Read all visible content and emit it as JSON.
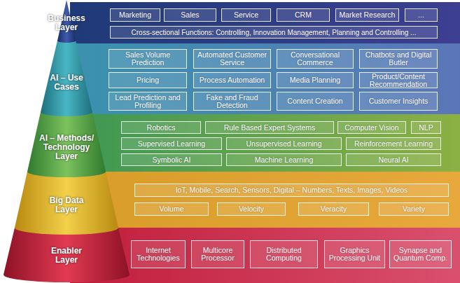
{
  "diagram": {
    "nodes": [
      {
        "text": [
          "Business Layer"
        ]
      },
      {
        "text": [
          "Marketing"
        ],
        "in": 0
      },
      {
        "text": [
          "Sales"
        ],
        "in": 0
      },
      {
        "text": [
          "Service"
        ],
        "in": 0
      },
      {
        "text": [
          "CRM"
        ],
        "in": 0
      },
      {
        "text": [
          "Market Research"
        ],
        "in": 0
      },
      {
        "text": [
          "..."
        ],
        "in": 0
      },
      {
        "text": [
          "Cross-sectional Functions: Controlling, Innovation Management, Planning and Controlling ..."
        ],
        "in": 0
      },
      {
        "text": [
          "AI – Use Cases"
        ]
      },
      {
        "text": [
          "Sales Volume Prediction"
        ],
        "in": 8
      },
      {
        "text": [
          "Automated Customer Service"
        ],
        "in": 8
      },
      {
        "text": [
          "Conversational Commerce"
        ],
        "in": 8
      },
      {
        "text": [
          "Chatbots and Digital Butler"
        ],
        "in": 8
      },
      {
        "text": [
          "Pricing"
        ],
        "in": 8
      },
      {
        "text": [
          "Process Automation"
        ],
        "in": 8
      },
      {
        "text": [
          "Media Planning"
        ],
        "in": 8
      },
      {
        "text": [
          "Product/Content Recommendation"
        ],
        "in": 8
      },
      {
        "text": [
          "Lead Prediction and Profiling"
        ],
        "in": 8
      },
      {
        "text": [
          "Fake and Fraud Detection"
        ],
        "in": 8
      },
      {
        "text": [
          "Content Creation"
        ],
        "in": 8
      },
      {
        "text": [
          "Customer Insights"
        ],
        "in": 8
      },
      {
        "text": [
          "AI – Methods/ Technology Layer"
        ]
      },
      {
        "text": [
          "Robotics"
        ],
        "in": 21
      },
      {
        "text": [
          "Rule Based Expert Systems"
        ],
        "in": 21
      },
      {
        "text": [
          "Computer Vision"
        ],
        "in": 21
      },
      {
        "text": [
          "NLP"
        ],
        "in": 21
      },
      {
        "text": [
          "Supervised Learning"
        ],
        "in": 21
      },
      {
        "text": [
          "Unsupervised Learning"
        ],
        "in": 21
      },
      {
        "text": [
          "Reinforcement Learning"
        ],
        "in": 21
      },
      {
        "text": [
          "Symbolic AI"
        ],
        "in": 21
      },
      {
        "text": [
          "Machine Learning"
        ],
        "in": 21
      },
      {
        "text": [
          "Neural AI"
        ],
        "in": 21
      },
      {
        "text": [
          "Big Data Layer"
        ]
      },
      {
        "text": [
          "IoT, Mobile, Search, Sensors, Digital – Numbers, Texts, Images, Videos"
        ],
        "in": 32
      },
      {
        "text": [
          "Volume"
        ],
        "in": 32
      },
      {
        "text": [
          "Velocity"
        ],
        "in": 32
      },
      {
        "text": [
          "Veracity"
        ],
        "in": 32
      },
      {
        "text": [
          "Variety"
        ],
        "in": 32
      },
      {
        "text": [
          "Enabler Layer"
        ]
      },
      {
        "text": [
          "Internet Technologies"
        ],
        "in": 38
      },
      {
        "text": [
          "Multicore Processor"
        ],
        "in": 38
      },
      {
        "text": [
          "Distributed Computing"
        ],
        "in": 38
      },
      {
        "text": [
          "Graphics Processing Unit"
        ],
        "in": 38
      },
      {
        "text": [
          "Synapse and Quantum Comp."
        ],
        "in": 38
      }
    ]
  }
}
